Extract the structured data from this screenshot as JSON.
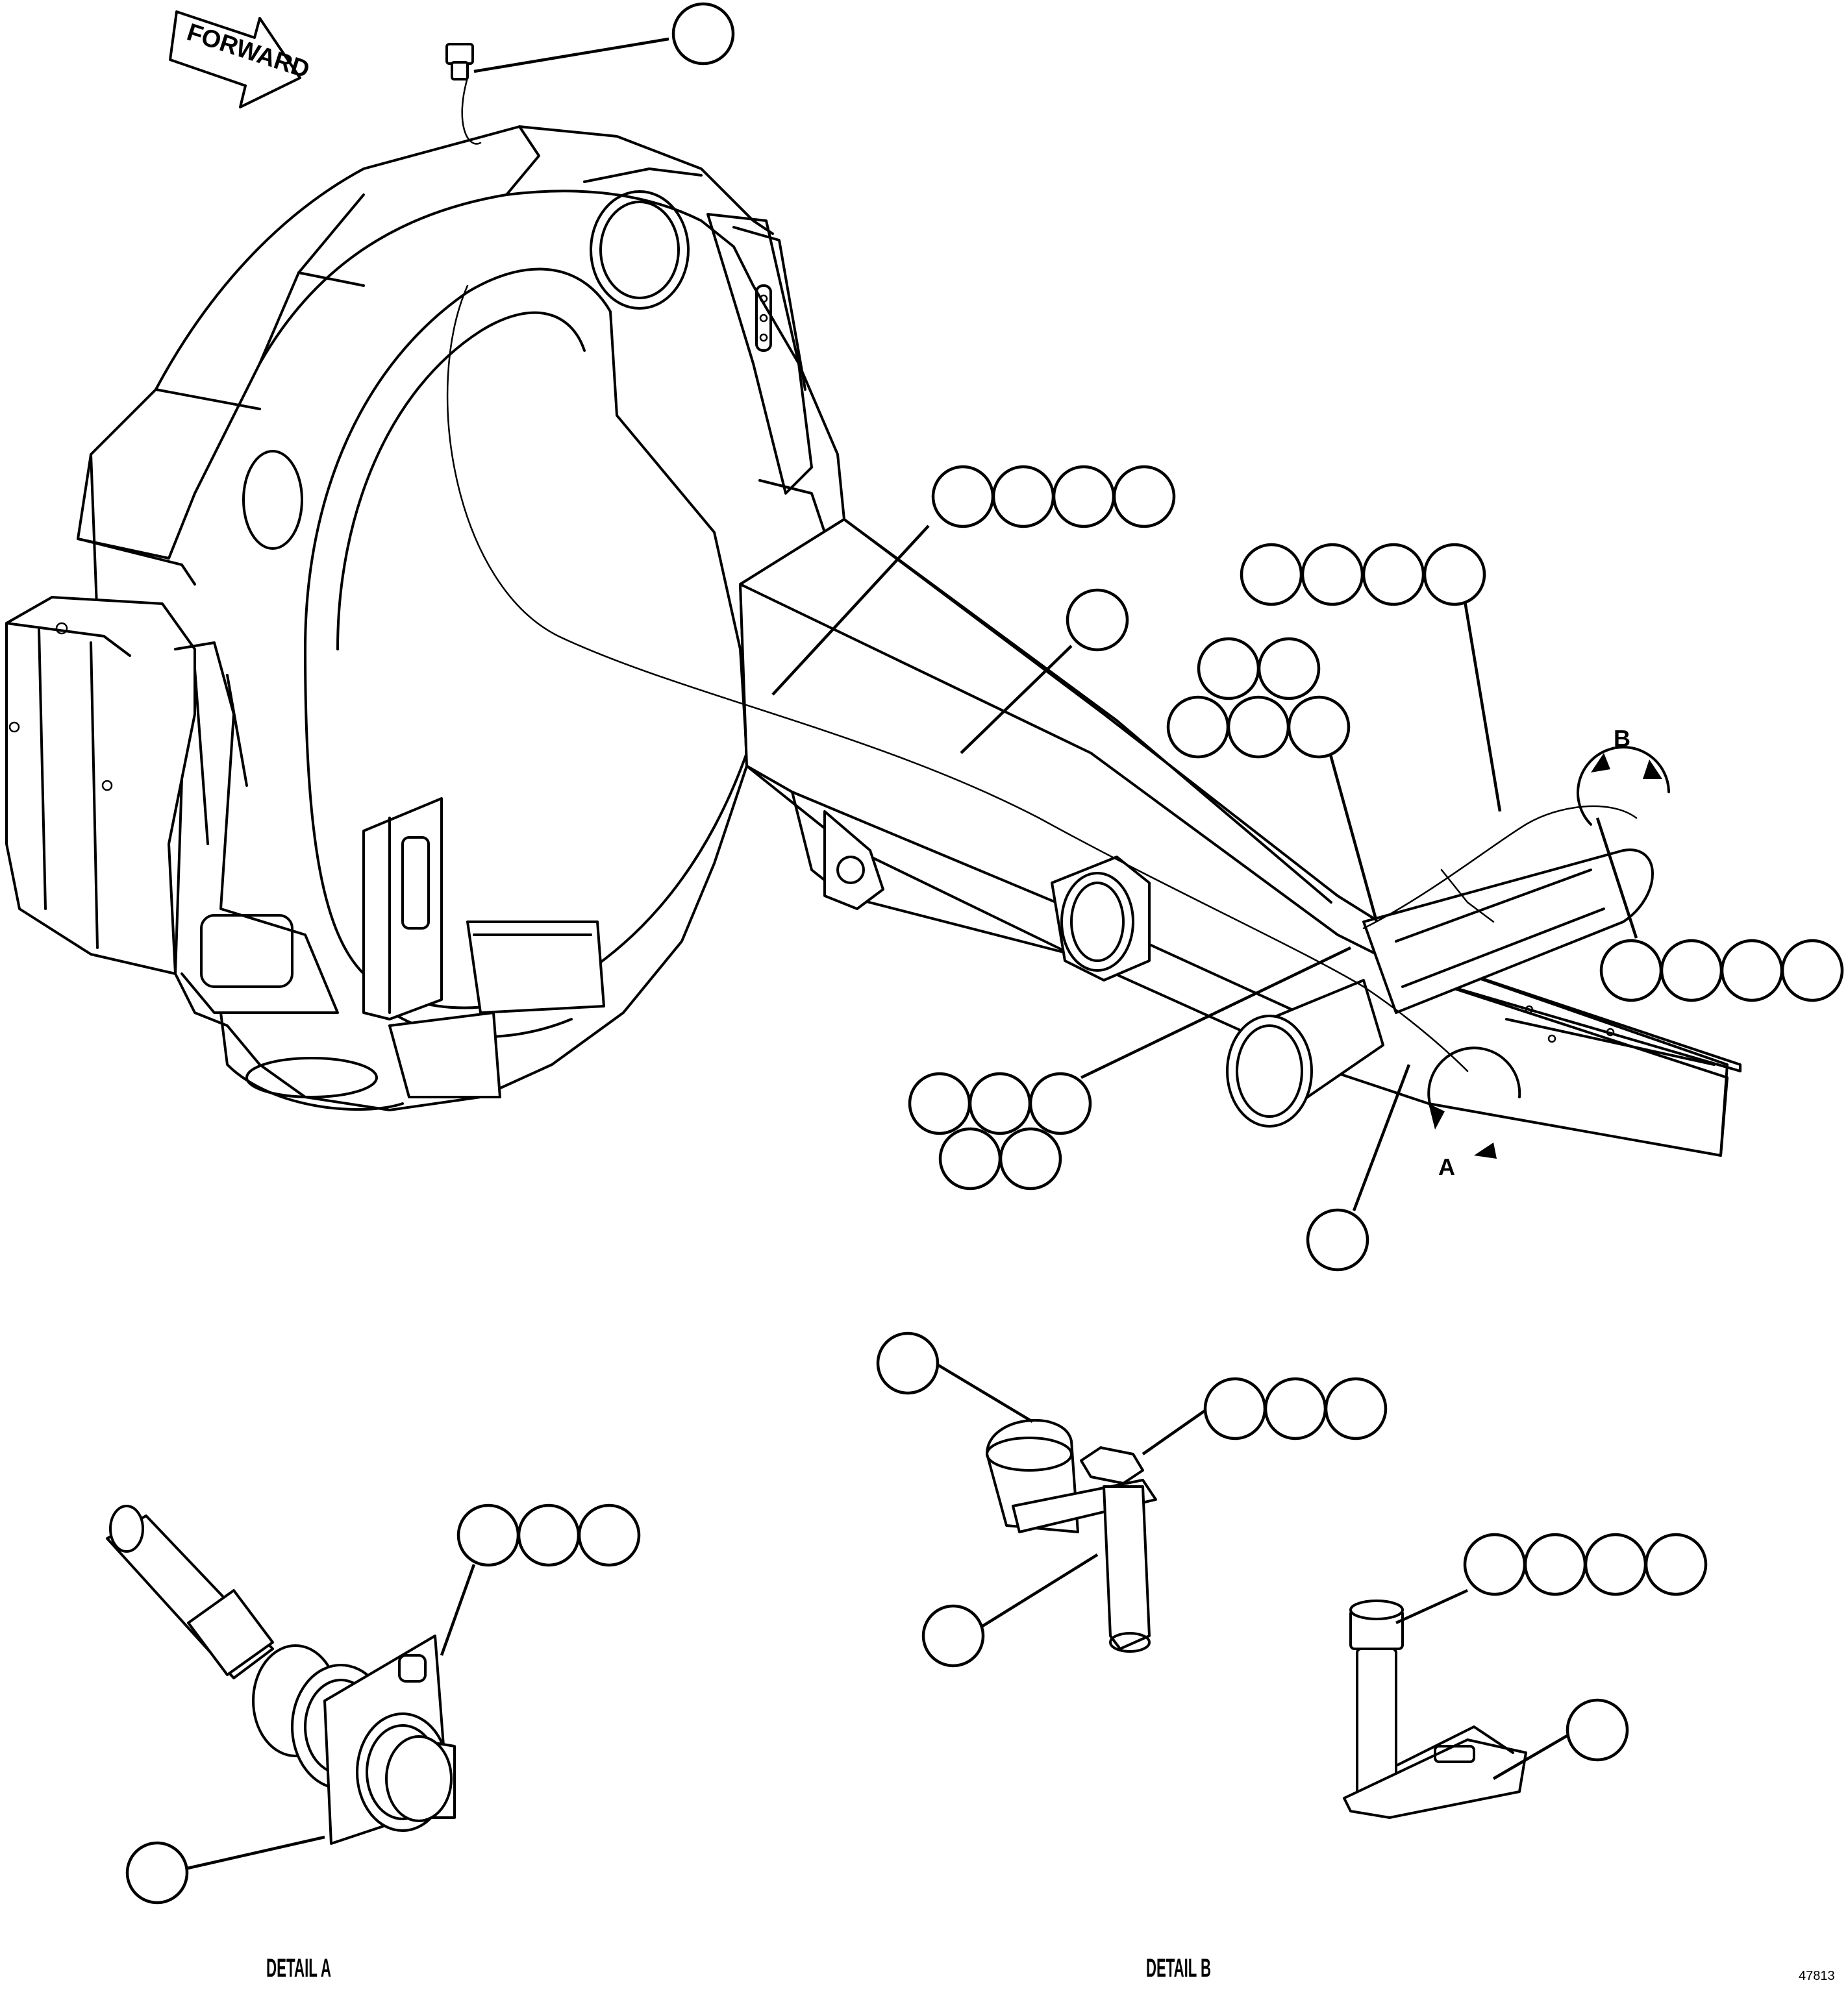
{
  "drawing": {
    "forward_label": "FORWARD",
    "view_label_a": "A",
    "view_label_b": "B",
    "detail_a_label": "DETAIL A",
    "detail_b_label": "DETAIL B",
    "figure_number": "47813",
    "line_color": "#000000",
    "background_color": "#ffffff"
  }
}
